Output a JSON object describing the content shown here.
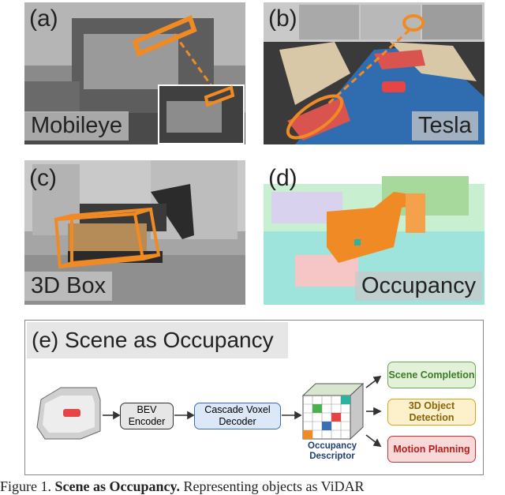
{
  "panels": {
    "a": {
      "tag": "(a)",
      "name": "Mobileye"
    },
    "b": {
      "tag": "(b)",
      "name": "Tesla"
    },
    "c": {
      "tag": "(c)",
      "name": "3D Box"
    },
    "d": {
      "tag": "(d)",
      "name": "Occupancy"
    }
  },
  "pipeline": {
    "title": "(e) Scene as Occupancy",
    "bev": "BEV Encoder",
    "cascade": "Cascade Voxel Decoder",
    "descriptor": "Occupancy Descriptor",
    "outputs": [
      "Scene Completion",
      "3D Object Detection",
      "Motion Planning"
    ]
  },
  "colors": {
    "orange": "#f08a24",
    "cascade_fill": "#dce8f7",
    "cascade_border": "#3a6fb5",
    "scene_fill": "#e3f1d9",
    "scene_border": "#6aa84f",
    "det_fill": "#fdf1cc",
    "det_border": "#d9a21b",
    "plan_fill": "#f8d9d9",
    "plan_border": "#cc3333"
  },
  "caption": {
    "prefix": "Figure 1.",
    "bold": "Scene as Occupancy.",
    "rest": " Representing objects as ViDAR"
  }
}
